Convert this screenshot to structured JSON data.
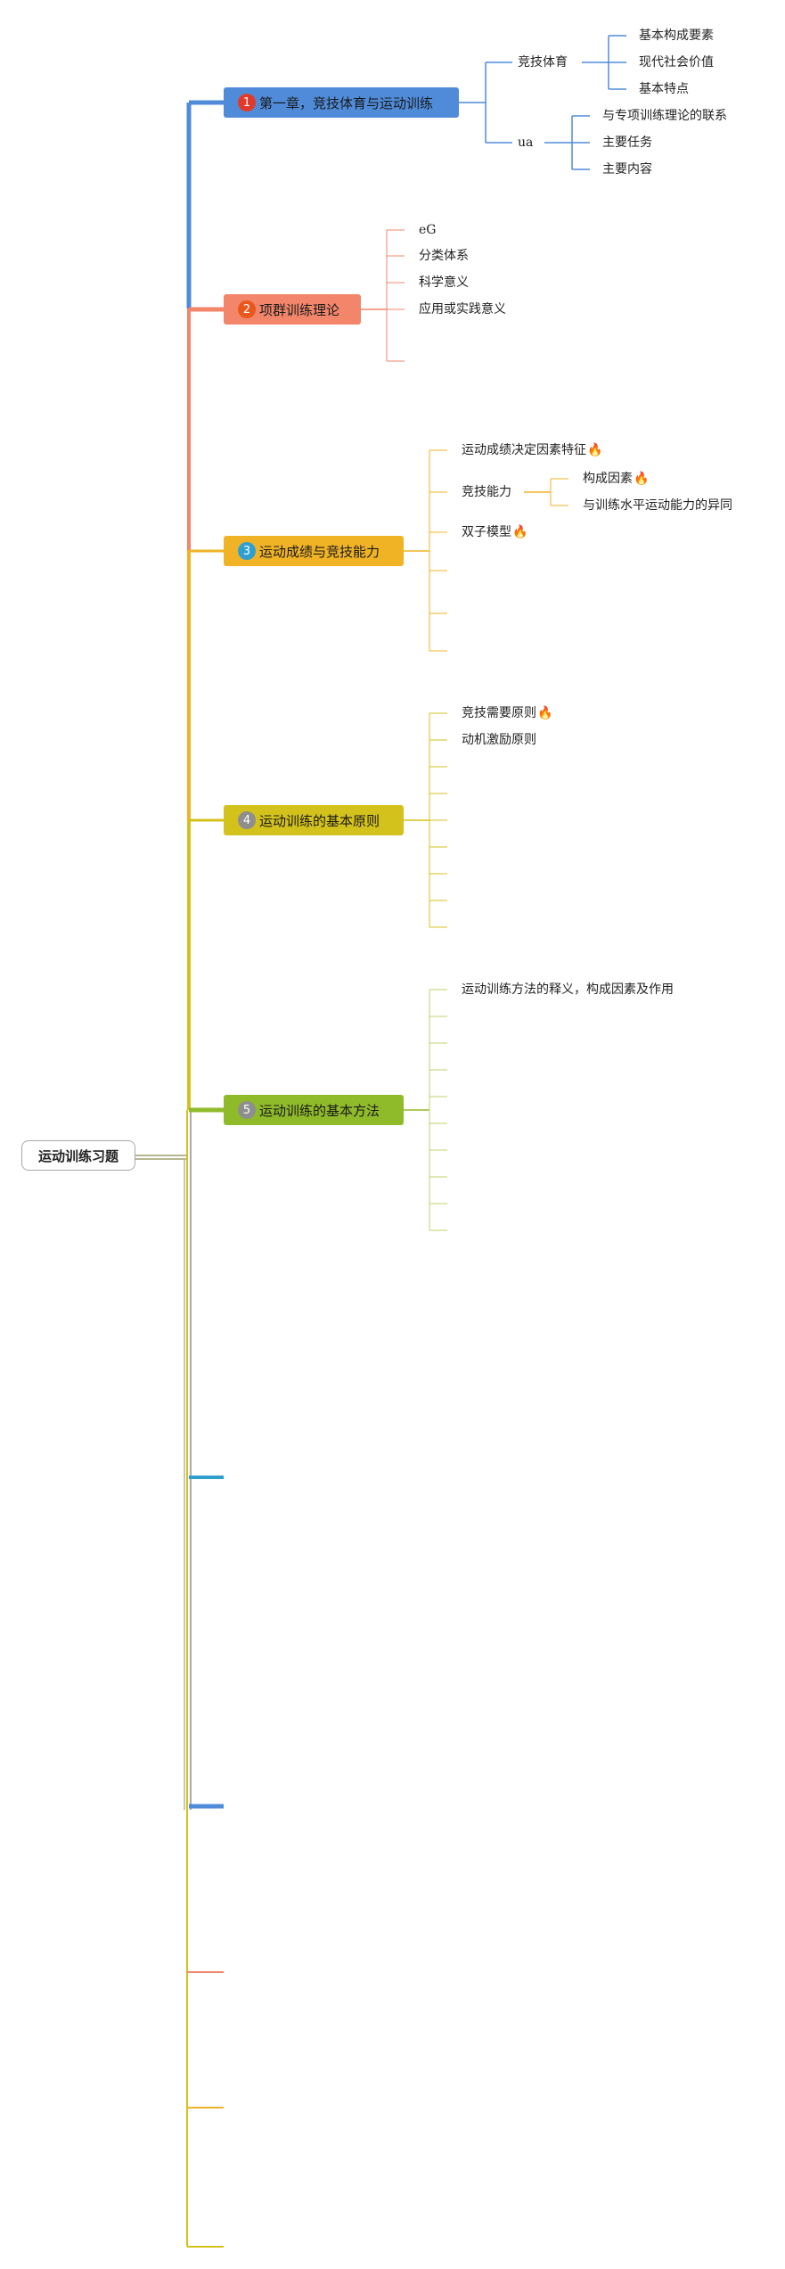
{
  "root": {
    "label": "运动训练习题"
  },
  "topics": [
    {
      "num": "1",
      "label": "第一章，竞技体育与运动训练",
      "color": "#4f8bd9",
      "badge": "#e23a2a"
    },
    {
      "num": "2",
      "label": "项群训练理论",
      "color": "#f2856a",
      "badge": "#e8581d"
    },
    {
      "num": "3",
      "label": "运动成绩与竞技能力",
      "color": "#f0b326",
      "badge": "#2f9fd0"
    },
    {
      "num": "4",
      "label": "运动训练的基本原则",
      "color": "#d4c21c",
      "badge": "#8e8e8e"
    },
    {
      "num": "5",
      "label": "运动训练的基本方法",
      "color": "#8fba2a",
      "badge": "#8e8e8e"
    }
  ],
  "sub": {
    "t1": {
      "a": "竞技体育",
      "a_children": [
        "基本构成要素",
        "现代社会价值",
        "基本特点"
      ],
      "b": "ua",
      "b_children": [
        "与专项训练理论的联系",
        "主要任务",
        "主要内容"
      ]
    },
    "t2": [
      "eG",
      "分类体系",
      "科学意义",
      "应用或实践意义"
    ],
    "t3": {
      "a": "运动成绩决定因素特征",
      "b": "竞技能力",
      "b_children": [
        "构成因素",
        "与训练水平运动能力的异同"
      ],
      "c": "双子模型"
    },
    "t4": [
      "竞技需要原则",
      "动机激励原则"
    ],
    "t5": [
      "运动训练方法的释义，构成因素及作用"
    ]
  },
  "icons": {
    "hot": "fire-icon"
  },
  "colors": {
    "blue": "#4f8bd9",
    "salmon": "#f2856a",
    "orange": "#f0b326",
    "yellow": "#d4c21c",
    "green": "#8fba2a",
    "cyan": "#2f9fd0",
    "olive": "#b8b590"
  }
}
